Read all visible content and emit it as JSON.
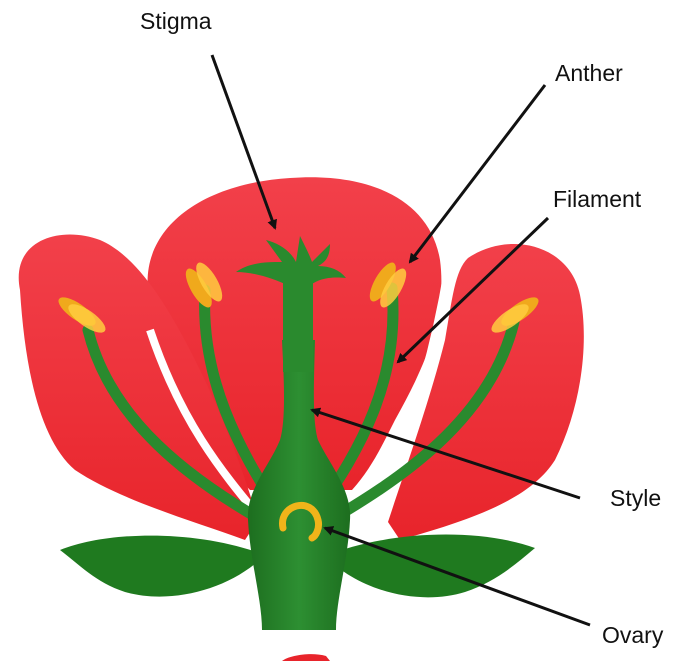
{
  "diagram": {
    "labels": {
      "stigma": "Stigma",
      "anther": "Anther",
      "filament": "Filament",
      "style": "Style",
      "ovary": "Ovary"
    },
    "colors": {
      "petal_red": "#ee2b2e",
      "petal_light": "#f86a6c",
      "stem_green": "#1f7a1f",
      "stem_light": "#3aa040",
      "anther_yellow": "#f0a91c",
      "anther_light": "#ffd04a",
      "ovary_ring": "#f0b41a",
      "arrow": "#111111"
    }
  }
}
